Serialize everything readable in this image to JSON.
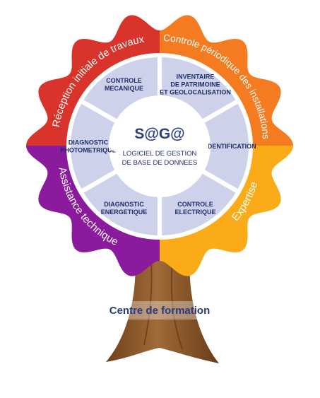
{
  "center": {
    "title": "S@G@",
    "subtitle_line1": "LOGICIEL DE GESTION",
    "subtitle_line2": "DE BASE DE DONNEES"
  },
  "segments": [
    {
      "lines": [
        "INVENTAIRE",
        "DE PATRIMOINE",
        "ET GEOLOCALISATION"
      ]
    },
    {
      "lines": [
        "IDENTIFICATION"
      ]
    },
    {
      "lines": [
        "CONTROLE",
        "ELECTRIQUE"
      ]
    },
    {
      "lines": [
        "DIAGNOSTIC",
        "ENERGETIQUE"
      ]
    },
    {
      "lines": [
        "DIAGNOSTIC",
        "PHOTOMETRIQUE"
      ]
    },
    {
      "lines": [
        "CONTROLE",
        "MECANIQUE"
      ]
    }
  ],
  "arcs": {
    "top_left": "Réception initiale de travaux",
    "top_right": "Controle périodique des installations",
    "bottom_right": "Expertise",
    "bottom_left": "Assistance technique"
  },
  "trunk_label": "Centre de formation",
  "colors": {
    "top_left": "#d9342b",
    "top_right": "#f47b20",
    "bottom_right": "#fbab18",
    "bottom_left": "#8a1b9c",
    "segment_fill": "#cdd1ea",
    "trunk": "#8f5a2b"
  }
}
